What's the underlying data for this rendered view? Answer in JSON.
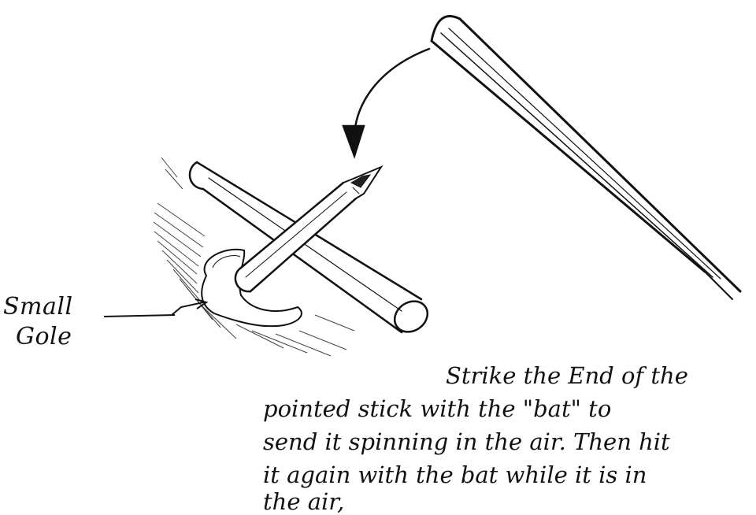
{
  "hole_label": [
    "Small",
    "Gole"
  ],
  "caption": [
    "Strike the End of the",
    "pointed stick with the \"bat\" to",
    "send it spinning in the air. Then hit",
    "it again with the bat while it is in",
    "the air,"
  ],
  "colors": {
    "ink": "#111111",
    "paper": "#ffffff"
  }
}
